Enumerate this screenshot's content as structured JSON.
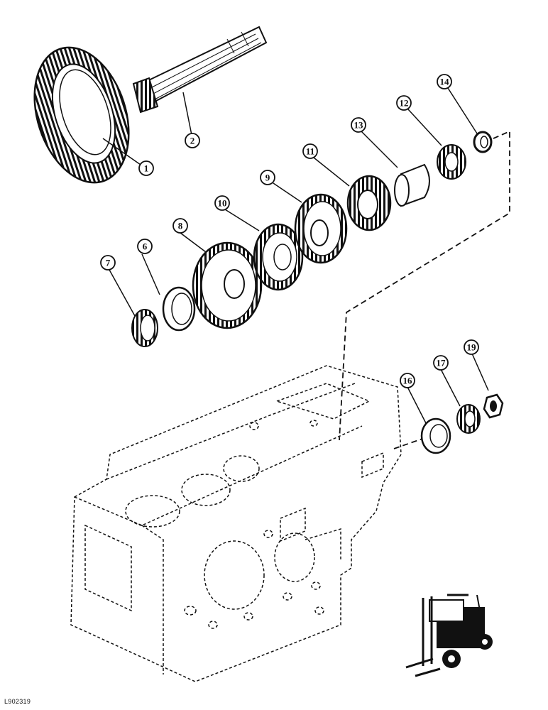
{
  "callouts": [
    {
      "label": "1"
    },
    {
      "label": "2"
    },
    {
      "label": "6"
    },
    {
      "label": "7"
    },
    {
      "label": "8"
    },
    {
      "label": "9"
    },
    {
      "label": "10"
    },
    {
      "label": "11"
    },
    {
      "label": "12"
    },
    {
      "label": "13"
    },
    {
      "label": "14"
    },
    {
      "label": "16"
    },
    {
      "label": "17"
    },
    {
      "label": "19"
    }
  ],
  "reference_code": "L902319"
}
